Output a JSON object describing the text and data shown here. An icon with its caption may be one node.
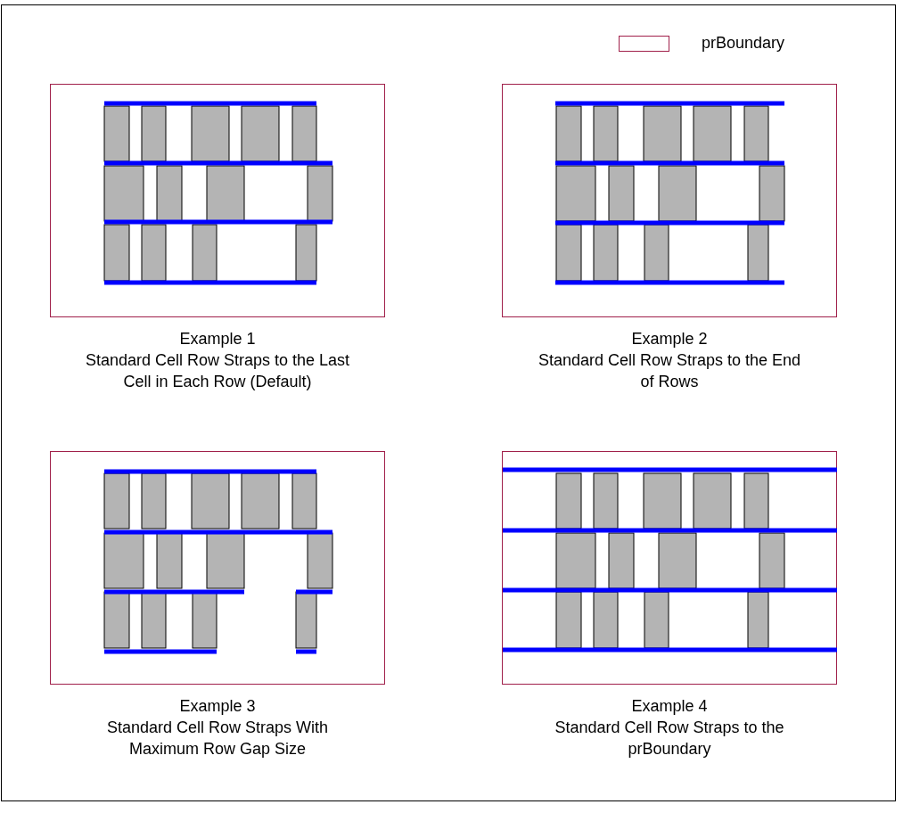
{
  "diagram": {
    "nodes": [
      {
        "text": [
          "Example 1",
          "Standard Cell Row Straps to the Last Cell in Each Row (Default)"
        ]
      },
      {
        "text": [
          "Example 2",
          "Standard Cell Row Straps to the End of Rows"
        ]
      },
      {
        "text": [
          "Example 3",
          "Standard Cell Row Straps With Maximum Row Gap Size"
        ]
      },
      {
        "text": [
          "Example 4",
          "Standard Cell Row Straps to the prBoundary"
        ]
      }
    ],
    "edges": [],
    "legend": [
      {
        "text": "prBoundary"
      }
    ]
  }
}
